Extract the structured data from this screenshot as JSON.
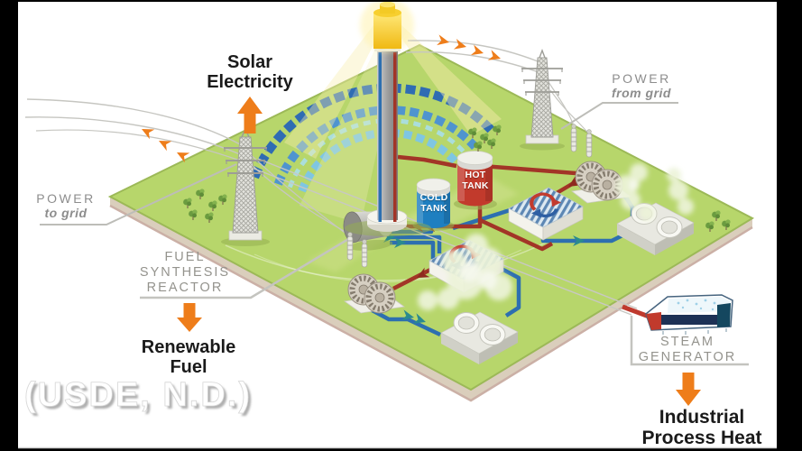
{
  "labels": {
    "solar_electricity": {
      "line1": "Solar",
      "line2": "Electricity"
    },
    "power_to_grid": {
      "line1": "POWER",
      "line2": "to grid"
    },
    "power_from_grid": {
      "line1": "POWER",
      "line2": "from grid"
    },
    "fuel_synthesis_reactor": {
      "line1": "FUEL",
      "line2": "SYNTHESIS",
      "line3": "REACTOR"
    },
    "renewable_fuel": {
      "line1": "Renewable",
      "line2": "Fuel"
    },
    "steam_generator": {
      "line1": "STEAM",
      "line2": "GENERATOR"
    },
    "industrial_process_heat": {
      "line1": "Industrial",
      "line2": "Process Heat"
    },
    "hot_tank": {
      "line1": "HOT",
      "line2": "TANK"
    },
    "cold_tank": {
      "line1": "COLD",
      "line2": "TANK"
    },
    "citation": "(USDE, N.D.)"
  },
  "colors": {
    "background_black": "#000000",
    "canvas_white": "#ffffff",
    "field_green": "#b7d66b",
    "accent_orange": "#ee7d1a",
    "heading_black": "#1a1a1a",
    "label_gray": "#8d8d8d",
    "pipe_red": "#a23527",
    "pipe_blue": "#2d6fb0",
    "flow_red": "#8e2a1f",
    "flow_teal": "#2a8a8f",
    "hot_tank_red": "#c23a2c",
    "cold_tank_blue": "#1f7fc0",
    "heliostat_outer": "#2f6cb3",
    "heliostat_mid": "#4f94cf",
    "heliostat_inner": "#7fc6e2",
    "heliostat_light": "#a8dff0",
    "receiver_yellow": "#f6c411"
  }
}
